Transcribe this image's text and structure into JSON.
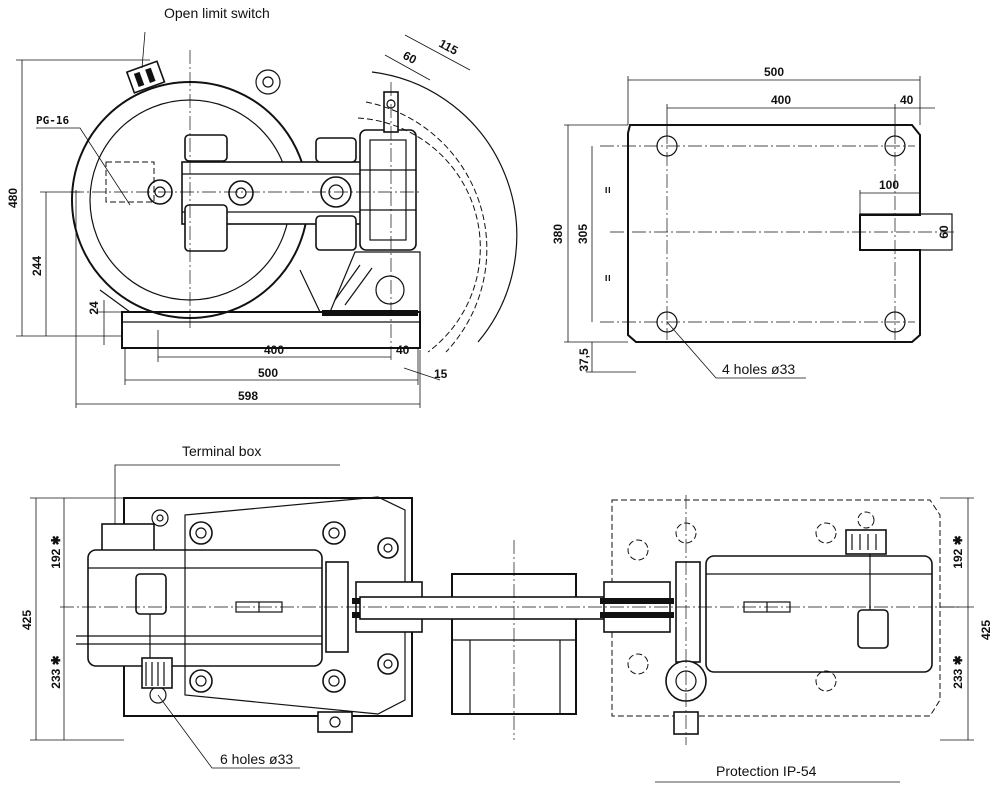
{
  "labels": {
    "open_limit_switch": "Open limit switch",
    "pg16": "PG-16",
    "terminal_box": "Terminal box",
    "holes_4": "4 holes ø33",
    "holes_6": "6 holes ø33",
    "protection": "Protection IP-54"
  },
  "dims_side": {
    "d480": "480",
    "d244": "244",
    "d24": "24",
    "d400": "400",
    "d500": "500",
    "d598": "598",
    "d40": "40",
    "d15": "15",
    "d115": "115",
    "d60": "60"
  },
  "dims_top": {
    "d500": "500",
    "d400": "400",
    "d40": "40",
    "d100": "100",
    "d60": "60",
    "d380": "380",
    "d305": "305",
    "d375": "37,5",
    "eq1": "=",
    "eq2": "="
  },
  "dims_bottom": {
    "left_192": "192 ✱",
    "left_425": "425",
    "left_233": "233 ✱",
    "right_192": "192 ✱",
    "right_425": "425",
    "right_233": "233 ✱"
  }
}
